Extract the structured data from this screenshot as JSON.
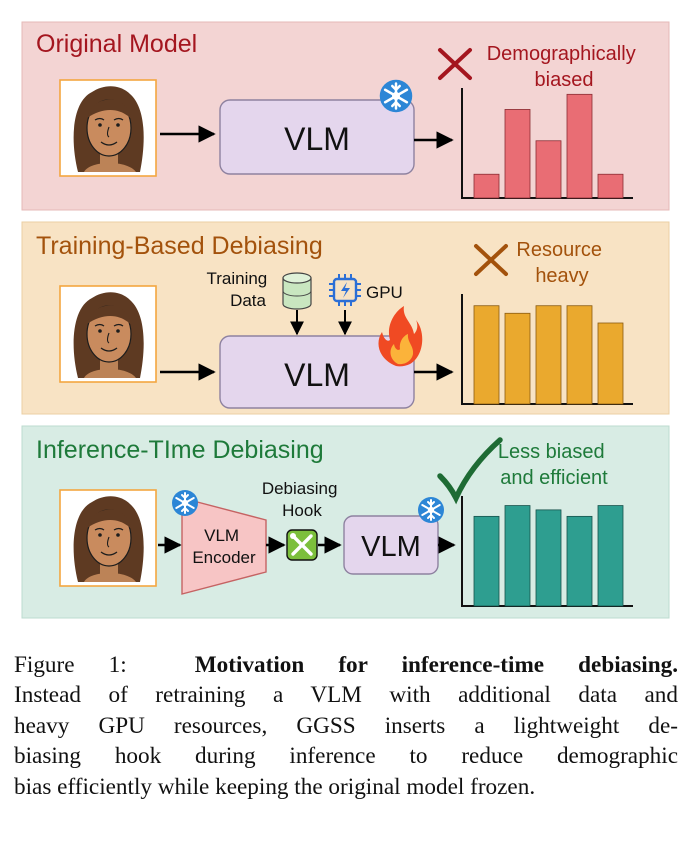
{
  "panels": [
    {
      "title": "Original Model",
      "model_label": "VLM",
      "verdict": [
        "Demographically",
        "biased"
      ],
      "chart_data": {
        "type": "bar",
        "values": [
          0.22,
          0.82,
          0.53,
          0.96,
          0.22
        ],
        "ylim": [
          0,
          1
        ]
      },
      "colors": {
        "bg": "#f3d4d3",
        "border": "#e6b9b7",
        "title": "#a4161f",
        "verdict": "#a4161f",
        "bar": "#e96d74",
        "bar_edge": "#8a2c33"
      }
    },
    {
      "title": "Training-Based Debiasing",
      "model_label": "VLM",
      "inputs": [
        {
          "label": [
            "Training",
            "Data"
          ],
          "icon": "database-icon"
        },
        {
          "label": [
            "GPU"
          ],
          "icon": "gpu-chip-icon"
        }
      ],
      "verdict": [
        "Resource",
        "heavy"
      ],
      "chart_data": {
        "type": "bar",
        "values": [
          0.91,
          0.84,
          0.91,
          0.91,
          0.75
        ],
        "ylim": [
          0,
          1
        ]
      },
      "colors": {
        "bg": "#f8e3c4",
        "border": "#ebcfa3",
        "title": "#a3520c",
        "verdict": "#a3520c",
        "bar": "#eaa92e",
        "bar_edge": "#8a5a12"
      }
    },
    {
      "title": "Inference-TIme Debiasing",
      "encoder_label": [
        "VLM",
        "Encoder"
      ],
      "hook_label": [
        "Debiasing",
        "Hook"
      ],
      "model_label": "VLM",
      "verdict": [
        "Less biased",
        "and efficient"
      ],
      "chart_data": {
        "type": "bar",
        "values": [
          0.83,
          0.93,
          0.89,
          0.83,
          0.93
        ],
        "ylim": [
          0,
          1
        ]
      },
      "colors": {
        "bg": "#d8ece4",
        "border": "#bddbcf",
        "title": "#1e7a3a",
        "verdict": "#1e7a3a",
        "bar": "#2e9e90",
        "bar_edge": "#17524b"
      }
    }
  ],
  "caption": {
    "label": "Figure 1:",
    "bold": "Motivation for inference-time debiasing.",
    "lines": [
      "Instead of retraining a VLM with additional data and",
      "heavy GPU resources, GGSS inserts a lightweight de-",
      "biasing hook during inference to reduce demographic",
      "bias efficiently while keeping the original model frozen."
    ]
  }
}
